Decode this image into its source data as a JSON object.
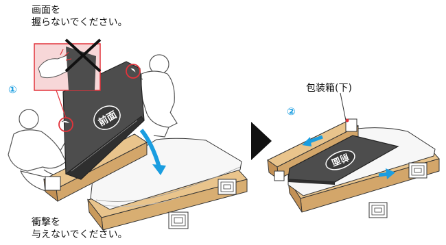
{
  "captions": {
    "top_warning_line1": "画面を",
    "top_warning_line2": "握らないでください。",
    "bottom_warning_line1": "衝撃を",
    "bottom_warning_line2": "与えないでください。",
    "box_label": "包装箱(下)",
    "panel_front_label": "前面"
  },
  "steps": {
    "step1": "①",
    "step2": "②"
  },
  "colors": {
    "accent_blue": "#1a9de0",
    "warning_red": "#e2333b",
    "cardboard": "#e9c48c",
    "cardboard_dark": "#b98d52",
    "panel_gray": "#4d4d4d",
    "inset_pink": "#f7d7d8"
  }
}
